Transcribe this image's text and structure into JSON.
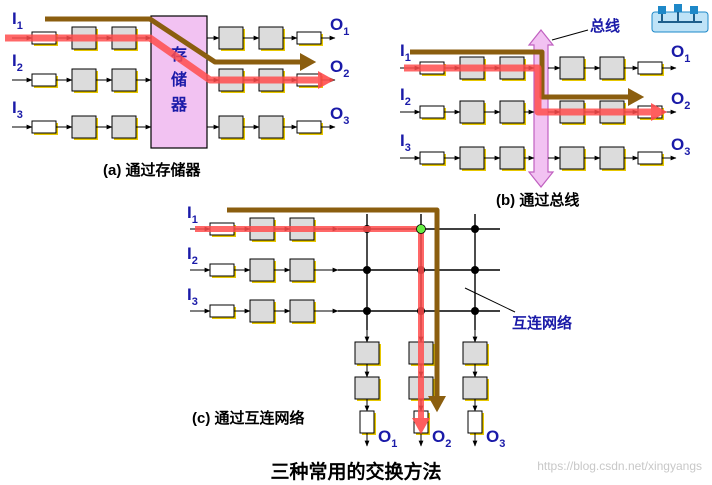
{
  "panel_a": {
    "inputs": [
      "I",
      "I",
      "I"
    ],
    "input_subs": [
      "1",
      "2",
      "3"
    ],
    "outputs": [
      "O",
      "O",
      "O"
    ],
    "output_subs": [
      "1",
      "2",
      "3"
    ],
    "memory_label": [
      "存",
      "储",
      "器"
    ],
    "caption": "(a) 通过存储器"
  },
  "panel_b": {
    "inputs": [
      "I",
      "I",
      "I"
    ],
    "input_subs": [
      "1",
      "2",
      "3"
    ],
    "outputs": [
      "O",
      "O",
      "O"
    ],
    "output_subs": [
      "1",
      "2",
      "3"
    ],
    "bus_label": "总线",
    "caption": "(b) 通过总线"
  },
  "panel_c": {
    "inputs": [
      "I",
      "I",
      "I"
    ],
    "input_subs": [
      "1",
      "2",
      "3"
    ],
    "outputs": [
      "O",
      "O",
      "O"
    ],
    "output_subs": [
      "1",
      "2",
      "3"
    ],
    "network_label": "互连网络",
    "caption": "(c) 通过互连网络"
  },
  "title": "三种常用的交换方法",
  "watermark": "https://blog.csdn.net/xingyangs",
  "colors": {
    "path_brown": "#8b5e0f",
    "path_red": "#ff4d4d",
    "io_blue": "#1a1aa8",
    "memory_fill": "#f2c2f2",
    "bus_fill": "#f2c2f2",
    "box_gray": "#dcdcdc",
    "shadow_yellow": "#e8c800",
    "junction_green": "#66ee44"
  },
  "icons": [
    "network-logo-icon"
  ]
}
